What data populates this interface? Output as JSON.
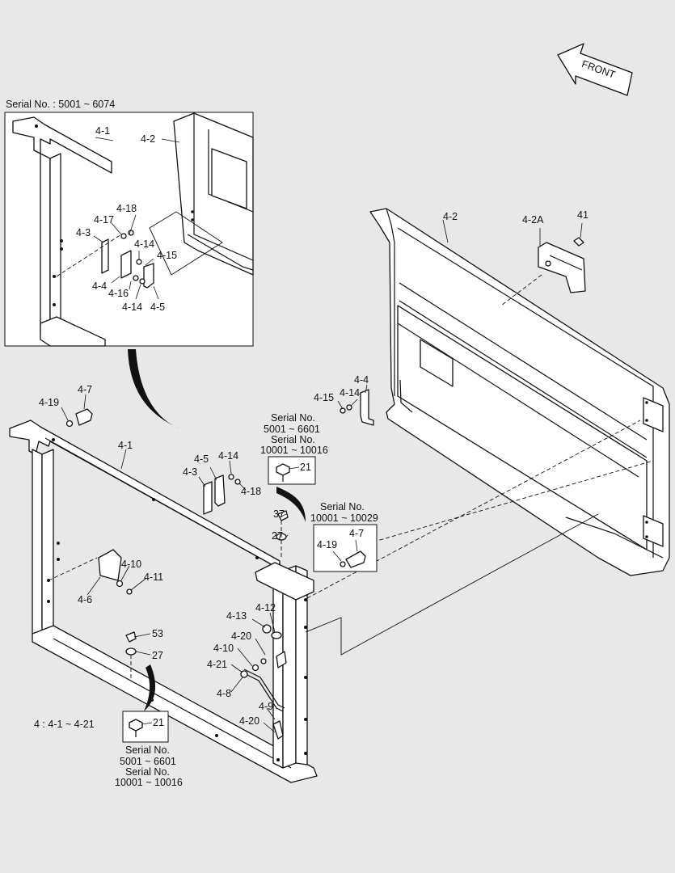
{
  "inset": {
    "serial": "Serial No. : 5001 ~ 6074",
    "labels": [
      "4-1",
      "4-2",
      "4-18",
      "4-17",
      "4-3",
      "4-14",
      "4-15",
      "4-4",
      "4-16",
      "4-14",
      "4-5"
    ]
  },
  "front_label": "FRONT",
  "door_labels": [
    "4-2",
    "4-2A",
    "41",
    "4-4",
    "4-15",
    "4-14"
  ],
  "frame_labels": [
    "4-7",
    "4-19",
    "4-1",
    "4-5",
    "4-14",
    "4-3",
    "4-18",
    "4-10",
    "4-11",
    "4-6",
    "53",
    "27",
    "37",
    "27",
    "4-13",
    "4-12",
    "4-20",
    "4-10",
    "4-21",
    "4-8",
    "4-9",
    "4-20"
  ],
  "serial_box_a": {
    "lines": [
      "Serial No.",
      "5001 ~ 6601",
      "Serial No.",
      "10001 ~ 10016"
    ],
    "part": "21"
  },
  "serial_box_b": {
    "lines": [
      "Serial No.",
      "10001 ~ 10029"
    ],
    "part_top": "4-7",
    "part_bottom": "4-19"
  },
  "serial_box_c": {
    "part": "21",
    "lines": [
      "Serial No.",
      "5001 ~ 6601",
      "Serial No.",
      "10001 ~ 10016"
    ]
  },
  "assembly_note": "4 : 4-1 ~ 4-21"
}
